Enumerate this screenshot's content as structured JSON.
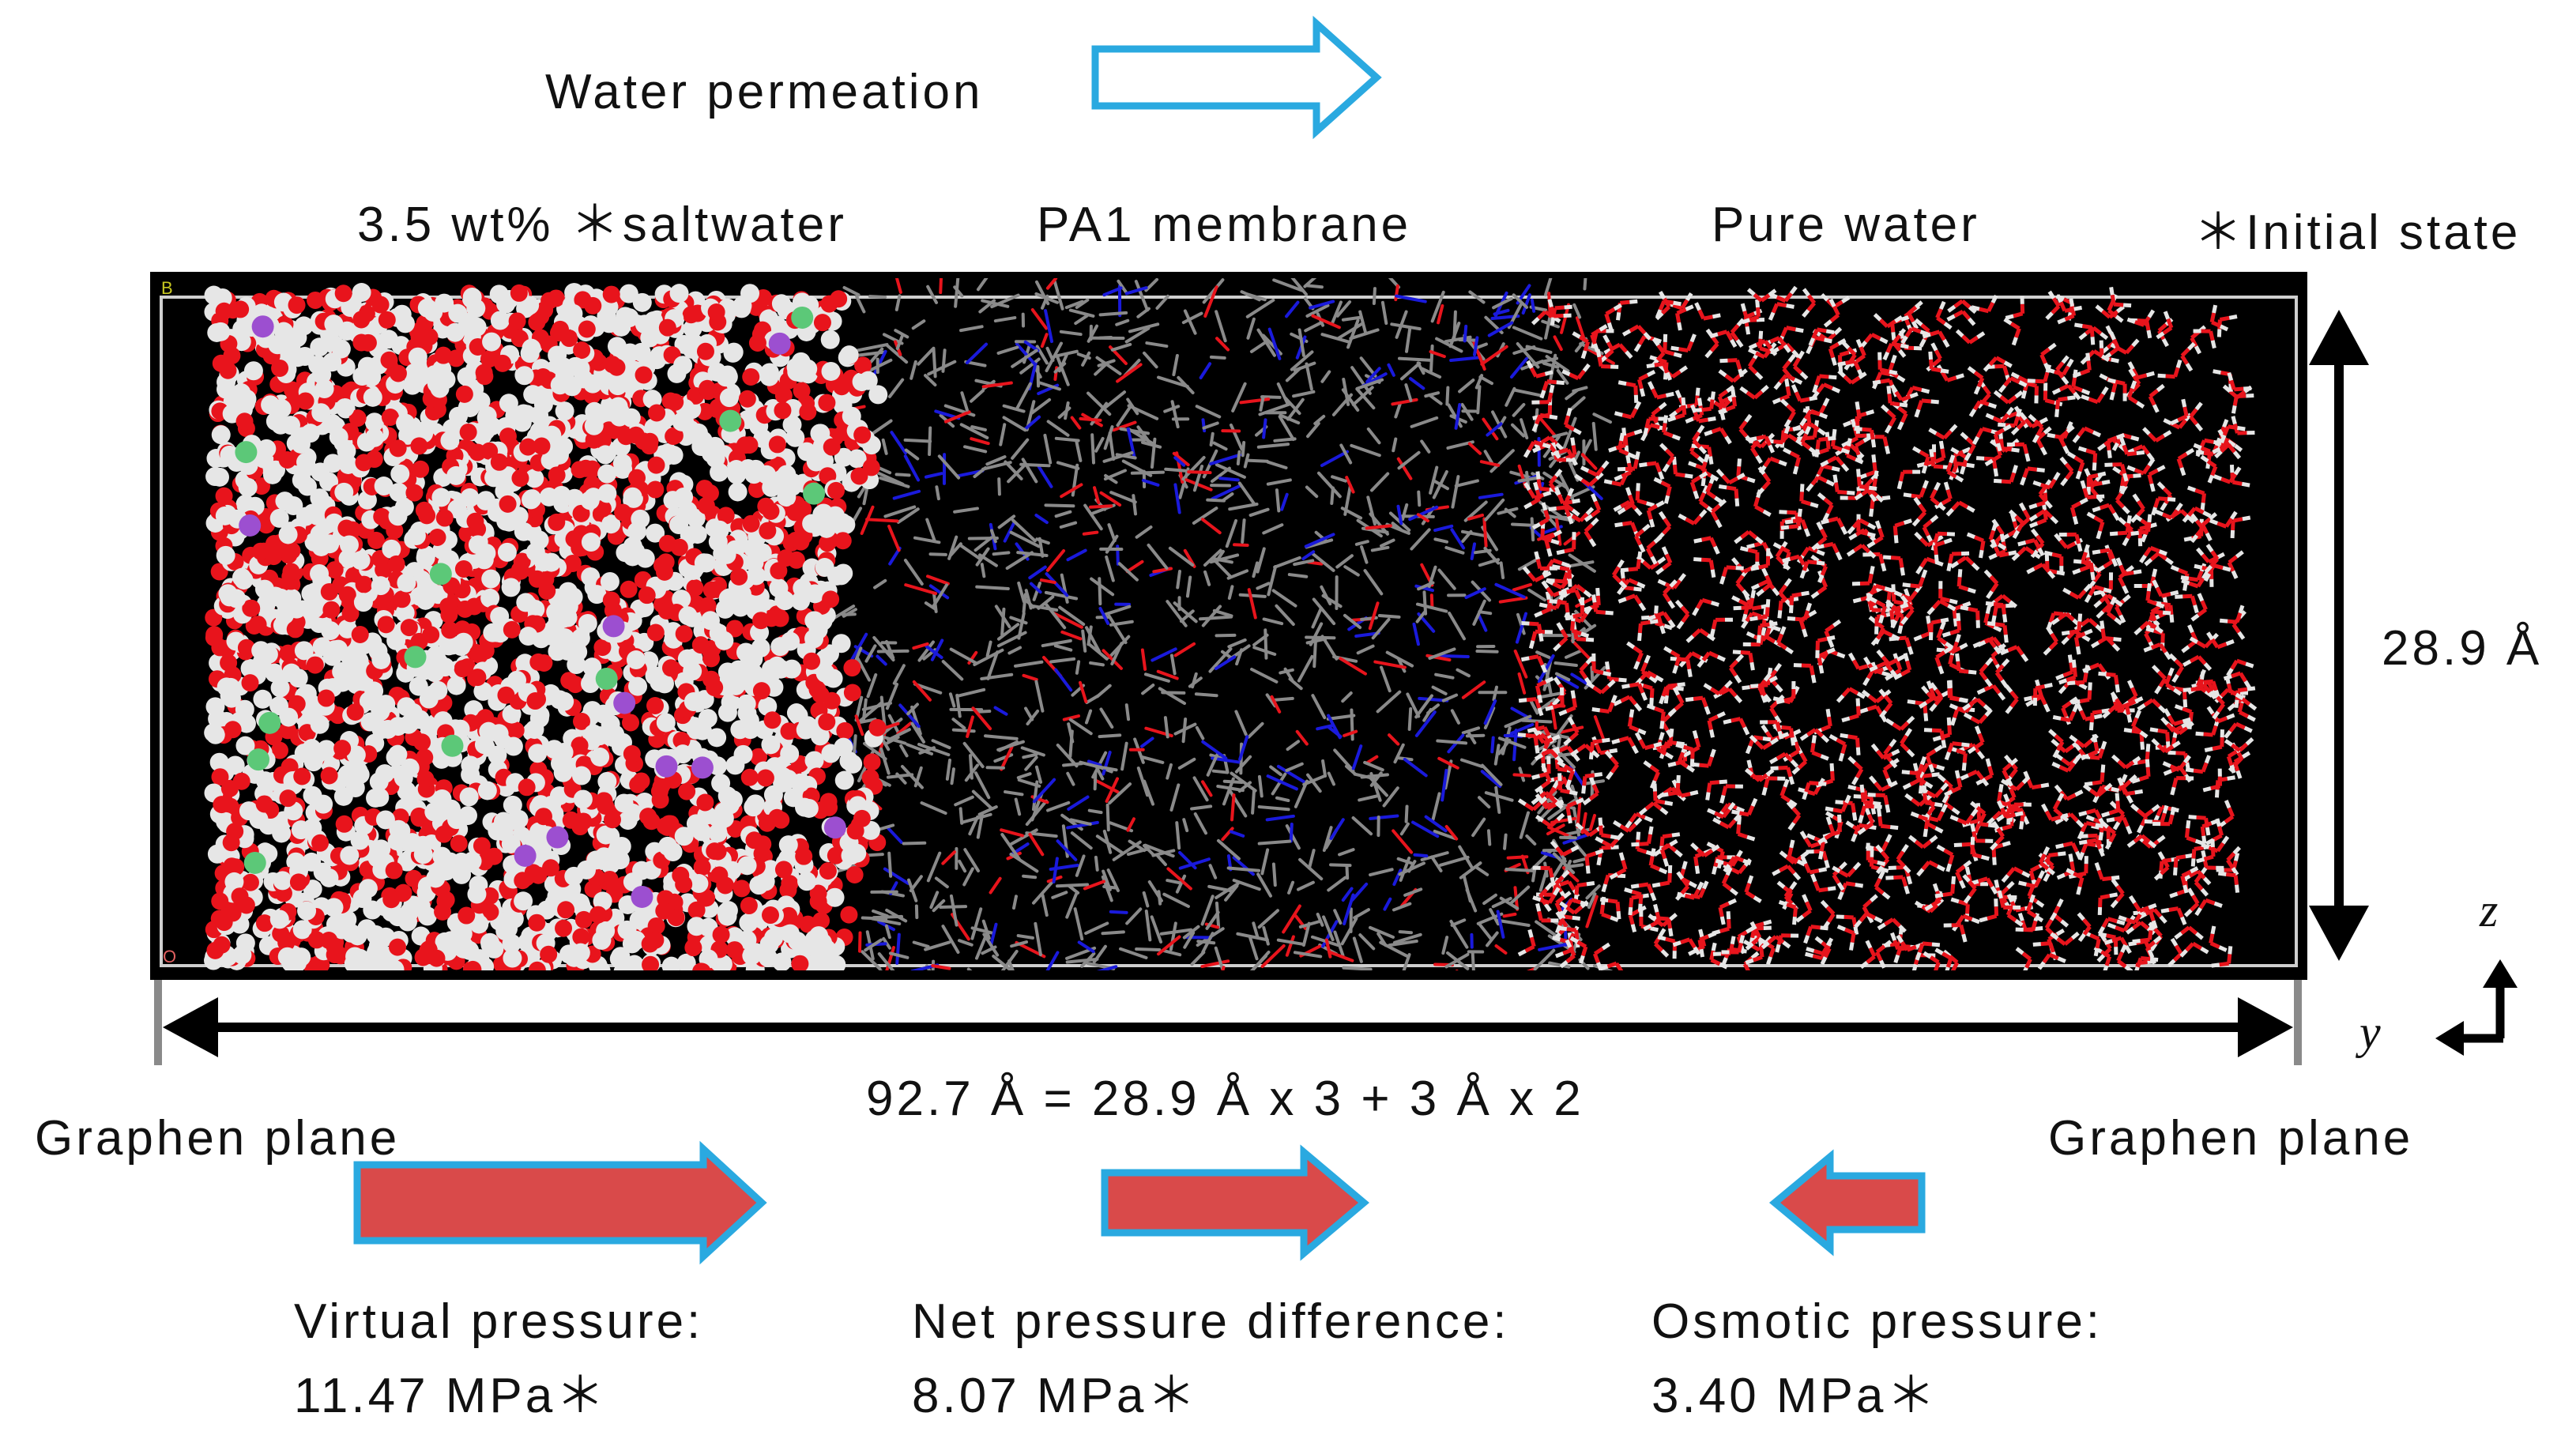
{
  "header": {
    "permeation_label": "Water permeation"
  },
  "regions": {
    "saltwater": "3.5 wt% ＊saltwater",
    "membrane": "PA1 membrane",
    "pure_water": "Pure water",
    "initial_state": "＊Initial state"
  },
  "dimensions": {
    "height": "28.9 Å",
    "width": "92.7 Å = 28.9 Å x 3 + 3 Å x 2"
  },
  "planes": {
    "left": "Graphen plane",
    "right": "Graphen plane"
  },
  "axes": {
    "vertical": "z",
    "horizontal": "y"
  },
  "pressures": {
    "virtual_label": "Virtual pressure:",
    "virtual_value": "11.47 MPa＊",
    "net_label": "Net pressure difference:",
    "net_value": "8.07 MPa＊",
    "osmotic_label": "Osmotic pressure:",
    "osmotic_value": "3.40 MPa＊"
  },
  "box_corner_labels": {
    "top_left": "B",
    "bottom_left": "O"
  },
  "colors": {
    "oxygen": "#e8141c",
    "hydrogen": "#e6e6e6",
    "nitrogen": "#1a1adc",
    "carbon": "#8a8a8a",
    "sodium": "#9c4fd0",
    "chlorine": "#5cc878",
    "arrow_fill": "#d94a4a",
    "arrow_outline": "#2aa9e0",
    "background_box": "#000000"
  }
}
